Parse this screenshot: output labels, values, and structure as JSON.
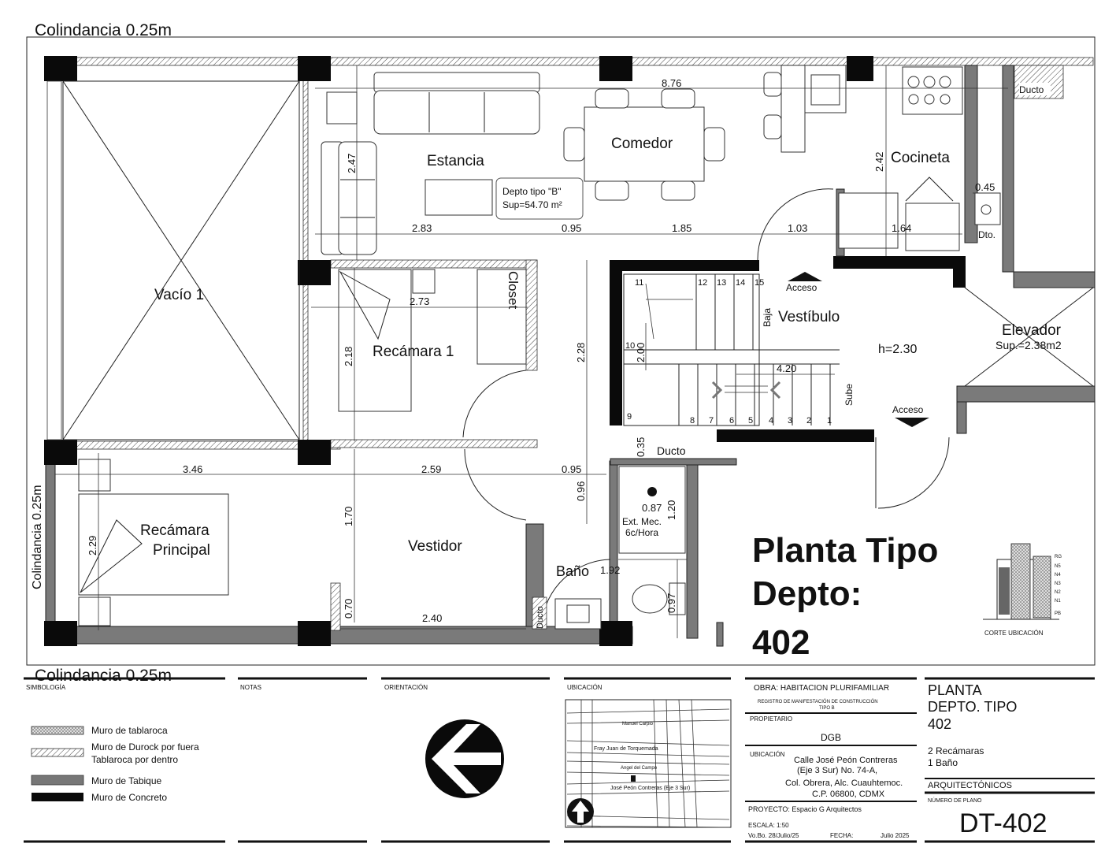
{
  "borders": {
    "top": "Colindancia 0.25m",
    "bottom": "Colindancia 0.25m",
    "left": "Colindancia 0.25m"
  },
  "rooms": {
    "vacio": "Vacío 1",
    "estancia": "Estancia",
    "comedor": "Comedor",
    "cocineta": "Cocineta",
    "closet": "Closet",
    "recamara1": "Recámara 1",
    "vestibulo": "Vestíbulo",
    "elevador": "Elevador",
    "elevador_sup": "Sup.=2.38m2",
    "recamara_principal_1": "Recámara",
    "recamara_principal_2": "Principal",
    "vestidor": "Vestidor",
    "bano": "Baño",
    "ducto_top": "Ducto",
    "ducto_mid": "Ducto",
    "ducto_bano": "Ducto",
    "dto": "Dto.",
    "ext_mec_1": "Ext. Mec.",
    "ext_mec_2": "6c/Hora",
    "acceso_top": "Acceso",
    "acceso_bottom": "Acceso",
    "baja": "Baja",
    "sube": "Sube",
    "height": "h=2.30",
    "depto_label_1": "Depto tipo \"B\"",
    "depto_label_2": "Sup=54.70 m²"
  },
  "stairs": [
    "1",
    "2",
    "3",
    "4",
    "5",
    "6",
    "7",
    "8",
    "9",
    "10",
    "11",
    "12",
    "13",
    "14",
    "15"
  ],
  "dimensions": {
    "d876": "8.76",
    "d247": "2.47",
    "d242": "2.42",
    "d045": "0.45",
    "d283": "2.83",
    "d095a": "0.95",
    "d185": "1.85",
    "d103": "1.03",
    "d164": "1.64",
    "d273": "2.73",
    "d218": "2.18",
    "d228": "2.28",
    "d200": "2.00",
    "d420": "4.20",
    "d346": "3.46",
    "d259": "2.59",
    "d095b": "0.95",
    "d096": "0.96",
    "d035": "0.35",
    "d087": "0.87",
    "d120": "1.20",
    "d229": "2.29",
    "d170": "1.70",
    "d192": "1.92",
    "d070": "0.70",
    "d240": "2.40",
    "d097": "0.97"
  },
  "title": {
    "line1": "Planta Tipo",
    "line2": "Depto:",
    "line3": "402",
    "corte": "CORTE UBICACIÓN",
    "levels": [
      "RG",
      "N5",
      "N4",
      "N3",
      "N2",
      "N1",
      "PB"
    ]
  },
  "titleblock": {
    "simbologia": "SIMBOLOGÍA",
    "notas": "NOTAS",
    "orientacion": "ORIENTACIÓN",
    "ubicacion": "UBICACIÓN",
    "legend": [
      {
        "label": "Muro de tablaroca"
      },
      {
        "label": "Muro de Durock por fuera"
      },
      {
        "label": "Tablaroca por dentro"
      },
      {
        "label": "Muro de Tabique"
      },
      {
        "label": "Muro de Concreto"
      }
    ],
    "streets": [
      "Manuel Carpio",
      "Fray Juan de Torquemada",
      "Angel del Campo",
      "José Peón Contreras (Eje 3 Sur)"
    ],
    "obra": "OBRA: HABITACION PLURIFAMILIAR",
    "registro_1": "REGISTRO DE MANIFESTACIÓN DE CONSTRUCCIÓN",
    "registro_2": "TIPO B",
    "propietario_label": "PROPIETARIO",
    "propietario": "DGB",
    "ubicacion_label": "UBICACIÓN",
    "address_1": "Calle José Peón Contreras",
    "address_2": "(Eje 3 Sur) No. 74-A,",
    "address_3": "Col. Obrera, Alc. Cuauhtemoc.",
    "address_4": "C.P. 06800, CDMX",
    "proyecto": "PROYECTO: Espacio G Arquitectos",
    "escala": "ESCALA:   1:50",
    "vobo": "Vo.Bo.   28/Julio/25",
    "fecha": "FECHA:",
    "fecha_value": "Julio 2025",
    "planta_1": "PLANTA",
    "planta_2": "DEPTO. TIPO",
    "planta_3": "402",
    "recamaras": "2 Recámaras",
    "bano": "1 Baño",
    "arquitectonicos": "ARQUITECTÓNICOS",
    "numero_label": "NÚMERO DE PLANO",
    "numero": "DT-402"
  }
}
